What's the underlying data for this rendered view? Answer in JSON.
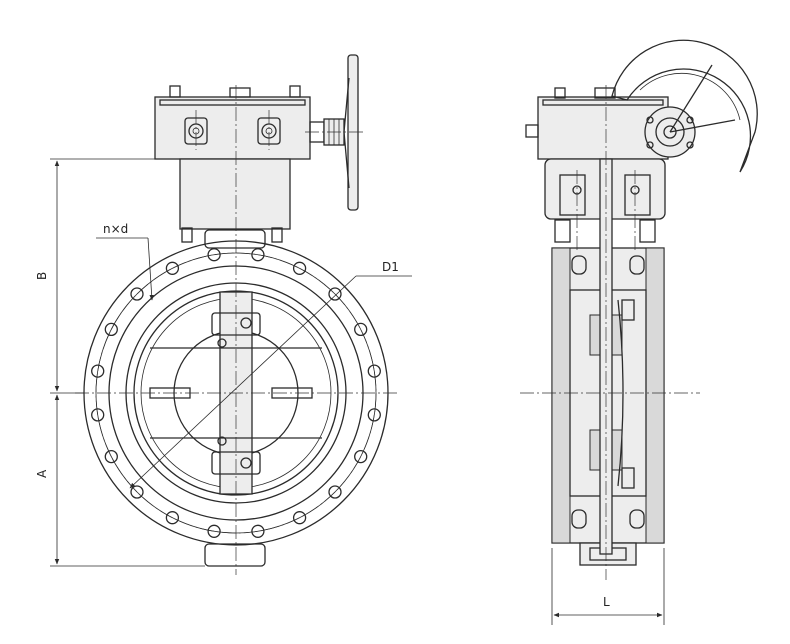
{
  "labels": {
    "holes": "n×d",
    "bolt_circle": "D1",
    "dim_b": "B",
    "dim_a": "A",
    "dim_l": "L"
  },
  "colors": {
    "line": "#2b2b2b",
    "background": "#ffffff",
    "section_fill": "#d9d9d9"
  }
}
